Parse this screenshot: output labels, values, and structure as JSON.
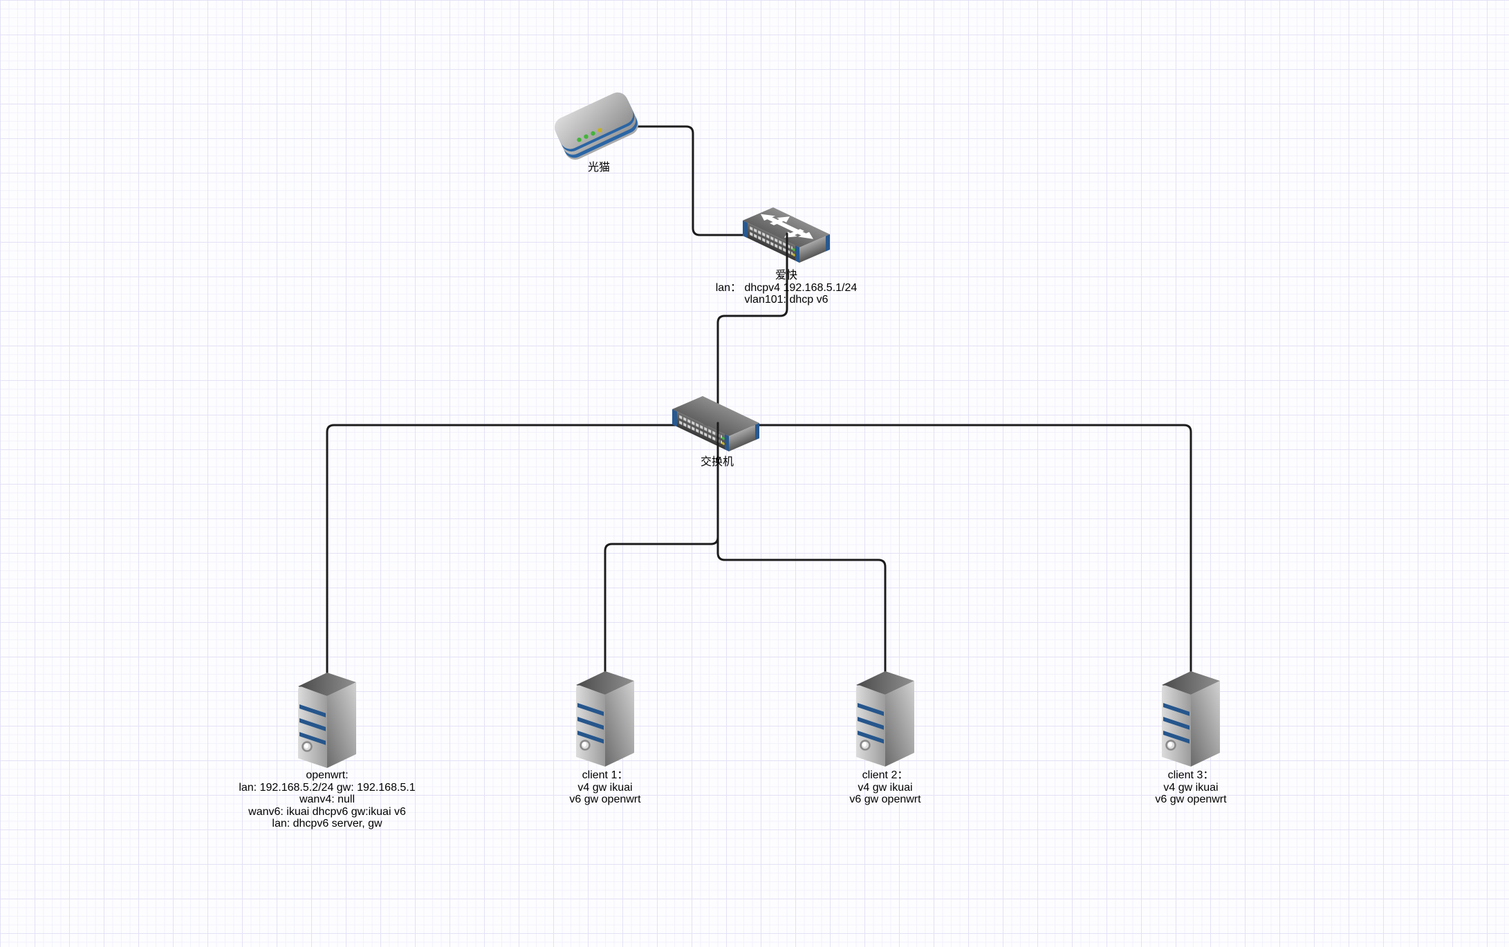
{
  "diagram_title": "home network topology",
  "nodes": {
    "modem": {
      "label": "光猫"
    },
    "router": {
      "label": "爱快",
      "lines": [
        "lan： dhcpv4 192.168.5.1/24",
        "vlan101: dhcp v6"
      ]
    },
    "switch": {
      "label": "交换机"
    },
    "openwrt": {
      "label": "openwrt:",
      "lines": [
        "lan: 192.168.5.2/24 gw: 192.168.5.1",
        "wanv4: null",
        "wanv6: ikuai dhcpv6 gw:ikuai v6",
        "lan: dhcpv6 server, gw"
      ]
    },
    "client1": {
      "label": "client 1：",
      "lines": [
        "v4 gw ikuai",
        "v6 gw openwrt"
      ]
    },
    "client2": {
      "label": "client 2：",
      "lines": [
        "v4 gw ikuai",
        "v6 gw openwrt"
      ]
    },
    "client3": {
      "label": "client 3：",
      "lines": [
        "v4 gw ikuai",
        "v6 gw openwrt"
      ]
    }
  },
  "edges": [
    {
      "from": "modem",
      "to": "router"
    },
    {
      "from": "router",
      "to": "switch"
    },
    {
      "from": "switch",
      "to": "openwrt"
    },
    {
      "from": "switch",
      "to": "client1"
    },
    {
      "from": "switch",
      "to": "client2"
    },
    {
      "from": "switch",
      "to": "client3"
    }
  ],
  "colors": {
    "wire": "#1c1c1c",
    "device_blue": "#27588f",
    "modem_blue": "#2a65a5",
    "stripe_blue": "#26568c",
    "led_green": "#43b53a",
    "led_amber": "#c4b32a"
  }
}
